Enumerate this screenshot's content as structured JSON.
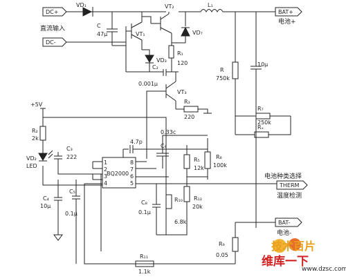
{
  "terminals": {
    "dc_plus": "DC+",
    "dc_minus": "DC-",
    "bat_plus": "BAT+",
    "bat_minus": "BAT-",
    "therm": "THERM"
  },
  "labels": {
    "dc_input": "直流输入",
    "battery_plus": "电池+",
    "battery_minus": "电池-",
    "battery_type_select": "电池种类选择",
    "temp_detect": "温度检测",
    "supply": "+5V",
    "ic": "BQ2000"
  },
  "components": {
    "vd1": "VD₁",
    "vt2": "VT₂",
    "l1": "L₁",
    "c": "C",
    "c_val": "47μ",
    "vt1": "VT₁",
    "vd7": "VD₇",
    "vd3": "VD₃",
    "r1": "R₁",
    "r1_val": "120",
    "c2": "C₂",
    "c2_val": "0.001μ",
    "vt3": "VT₃",
    "r3": "R₃",
    "r3_val": "220",
    "r_750": "R",
    "r_750_val": "750k",
    "c_10": "10μ",
    "r7": "R₇",
    "r7_val": "250k",
    "rx": "Rₓ",
    "r2": "R₂",
    "r2_val": "2k",
    "vd2": "VD₂",
    "led": "LED",
    "c3": "C₃",
    "c3_val": "222",
    "c4": "C₄",
    "c4_val": "10μ",
    "c5": "C₅",
    "c5_val": "0.1μ",
    "c6": "C₆",
    "c6_top": "0.33c",
    "c7_val": "4.7p",
    "c8": "C₈",
    "c8_val": "0.1μ",
    "r5": "R₅",
    "r5_val": "12k",
    "r8": "R₈",
    "r8_val": "100k",
    "r10": "R₁₀",
    "r10_val": "6.8k",
    "r12": "R₁₂",
    "r12_val": "20k",
    "r9": "R₉",
    "r9_val": "0.05",
    "r11": "R₁₁",
    "r11_val": "1.1k"
  },
  "pins": [
    "1",
    "2",
    "3",
    "4",
    "8",
    "7",
    "6",
    "5"
  ],
  "watermark": {
    "line1": "技术百片",
    "line2": "维库一下",
    "site": "www.dzsc.com"
  }
}
